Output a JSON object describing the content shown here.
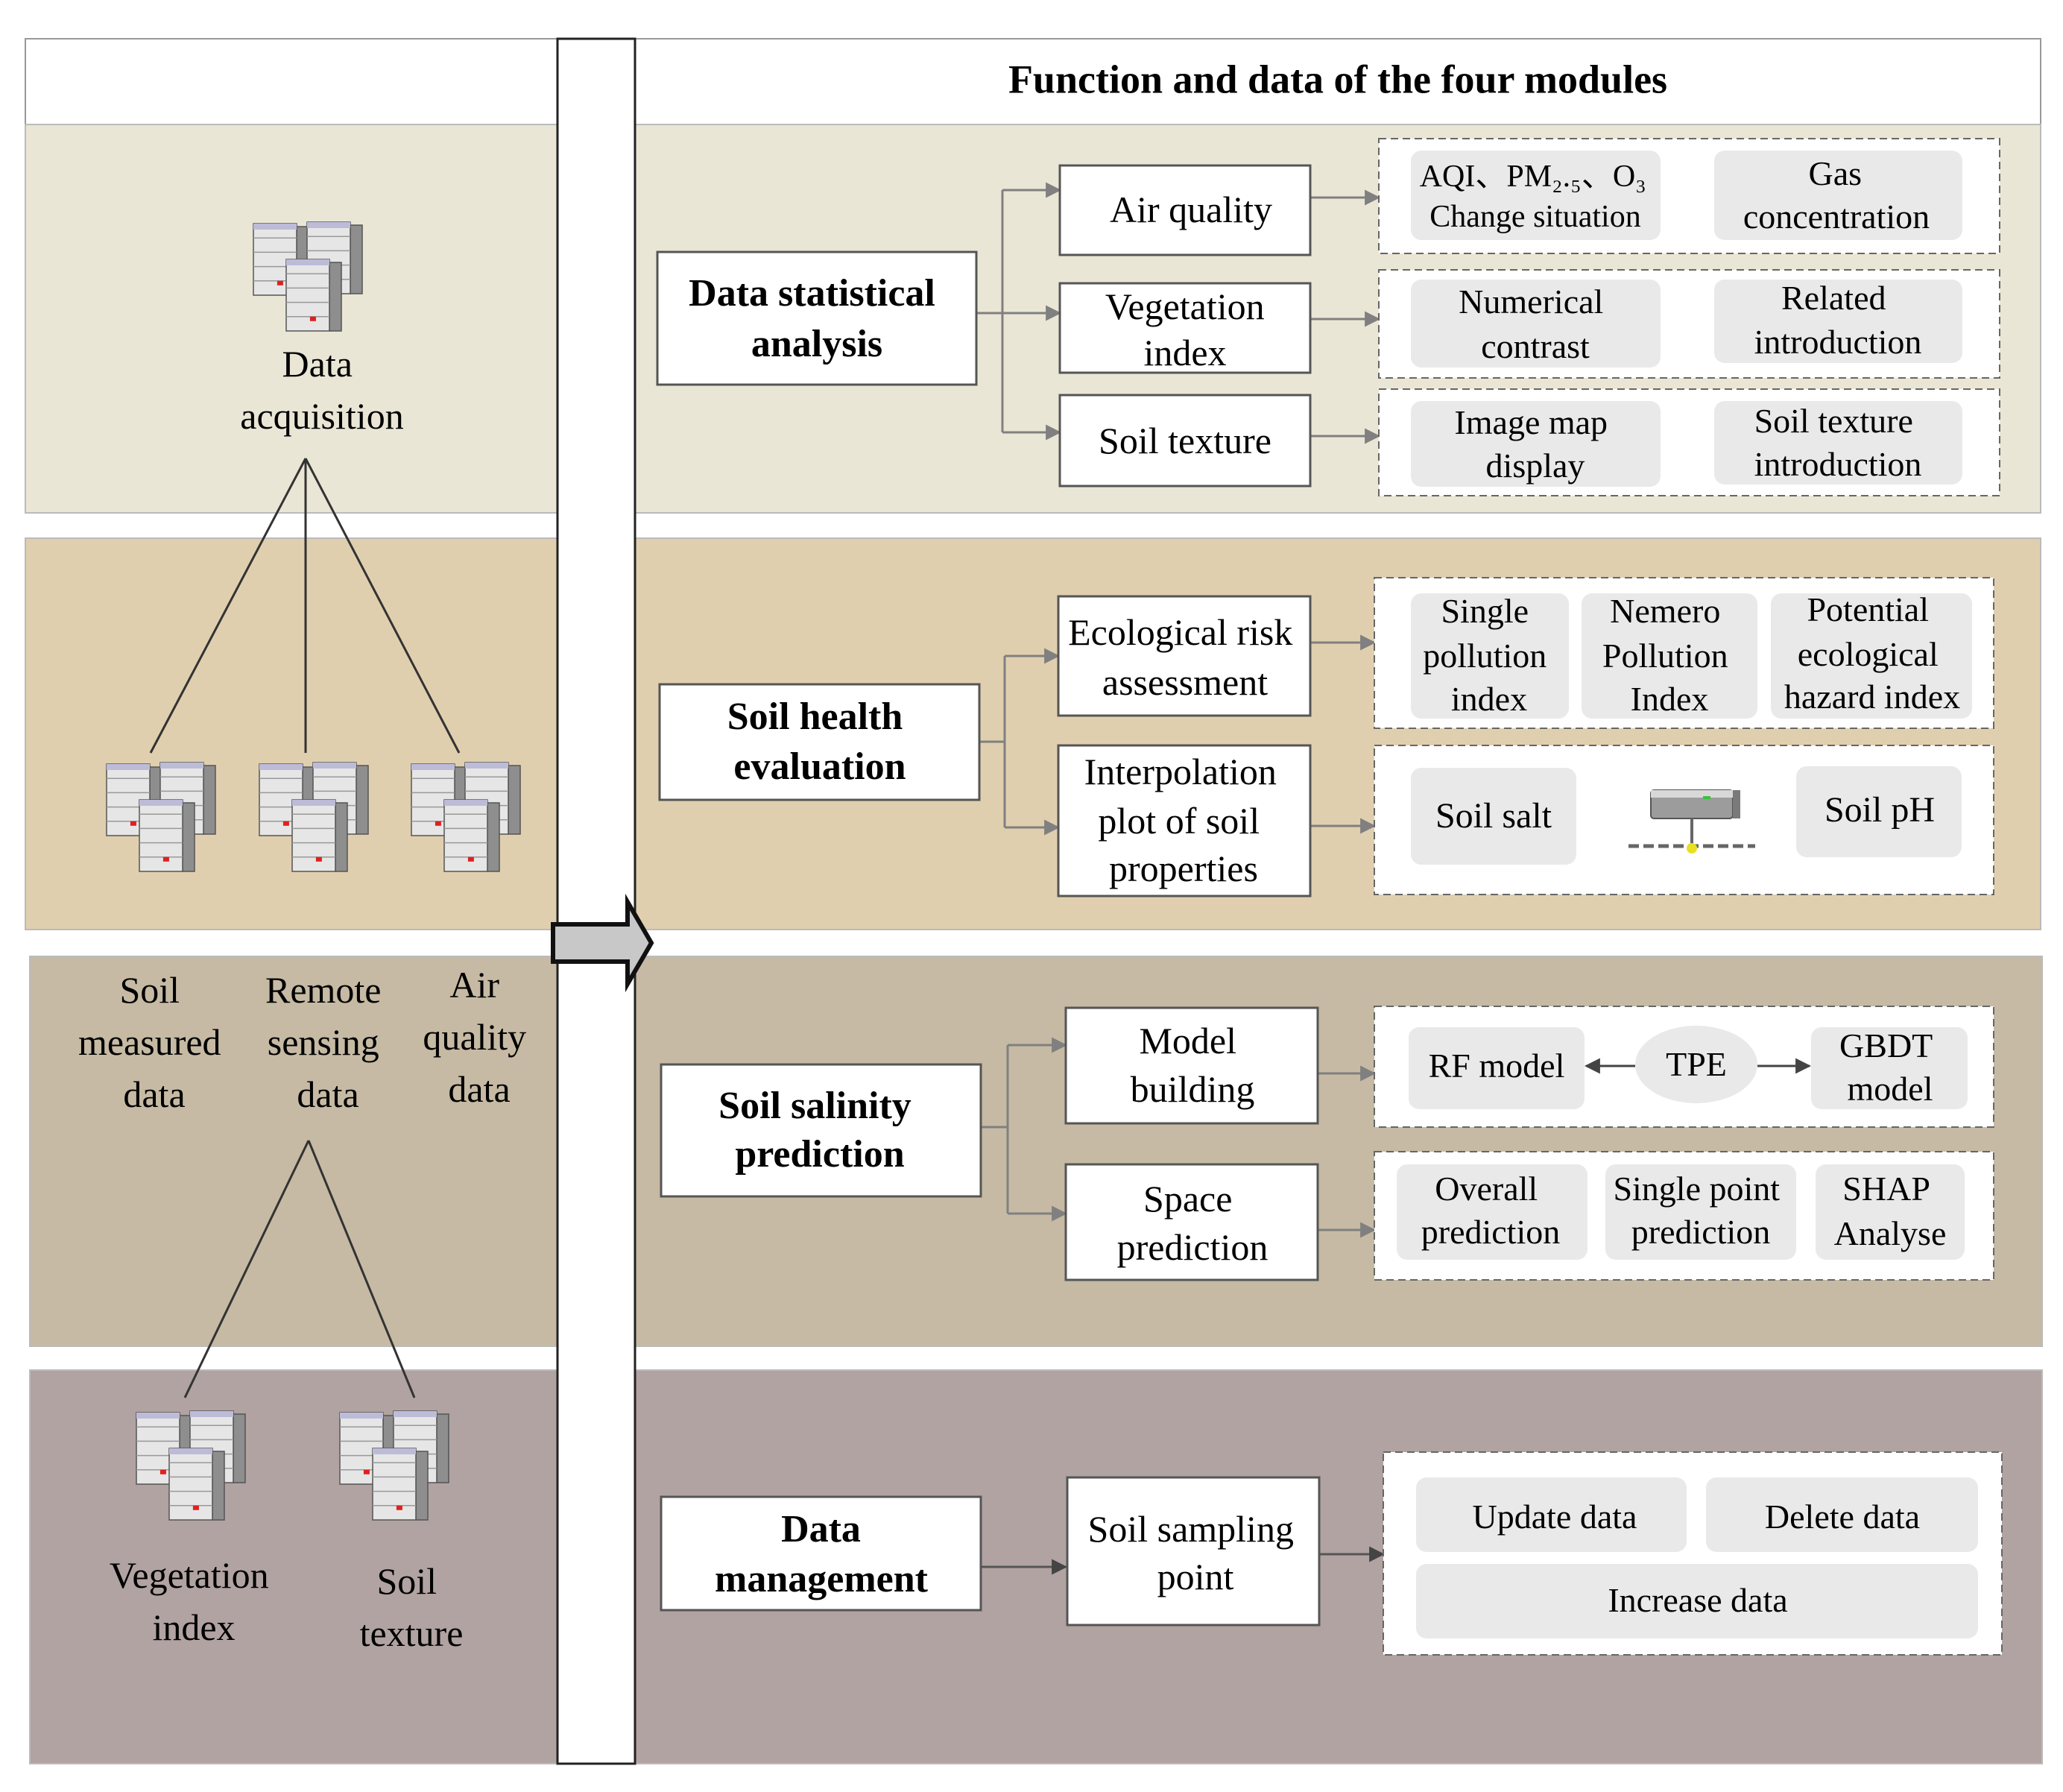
{
  "header": {
    "title": "Function and data of the four modules"
  },
  "left": {
    "root": [
      "Data",
      "acquisition"
    ],
    "sources": [
      [
        "Soil",
        "measured",
        "data"
      ],
      [
        "Remote",
        "sensing",
        "data"
      ],
      [
        "Air",
        "quality",
        "data"
      ]
    ],
    "sub": [
      [
        "Vegetation",
        "index"
      ],
      [
        "Soil",
        "texture"
      ]
    ]
  },
  "modules": [
    {
      "name": [
        "Data statistical",
        "analysis"
      ],
      "functions": [
        {
          "label": [
            "Air quality"
          ],
          "items": [
            [
              "AQI、PM₂.₅、O₃",
              "Change situation"
            ],
            [
              "Gas",
              "concentration"
            ]
          ]
        },
        {
          "label": [
            "Vegetation",
            "index"
          ],
          "items": [
            [
              "Numerical",
              "contrast"
            ],
            [
              "Related",
              "introduction"
            ]
          ]
        },
        {
          "label": [
            "Soil texture"
          ],
          "items": [
            [
              "Image map",
              "display"
            ],
            [
              "Soil texture",
              "introduction"
            ]
          ]
        }
      ]
    },
    {
      "name": [
        "Soil health",
        "evaluation"
      ],
      "functions": [
        {
          "label": [
            "Ecological risk",
            "assessment"
          ],
          "items": [
            [
              "Single",
              "pollution",
              "index"
            ],
            [
              "Nemero",
              "Pollution",
              "Index"
            ],
            [
              "Potential",
              "ecological",
              "hazard index"
            ]
          ]
        },
        {
          "label": [
            "Interpolation",
            "plot of soil",
            "properties"
          ],
          "items": [
            [
              "Soil salt"
            ],
            [
              "Soil pH"
            ]
          ]
        }
      ]
    },
    {
      "name": [
        "Soil salinity",
        "prediction"
      ],
      "functions": [
        {
          "label": [
            "Model",
            "building"
          ],
          "items": [
            [
              "RF model"
            ],
            [
              "TPE"
            ],
            [
              "GBDT",
              "model"
            ]
          ]
        },
        {
          "label": [
            "Space",
            "prediction"
          ],
          "items": [
            [
              "Overall",
              "prediction"
            ],
            [
              "Single point",
              "prediction"
            ],
            [
              "SHAP",
              "Analyse"
            ]
          ]
        }
      ]
    },
    {
      "name": [
        "Data",
        "management"
      ],
      "functions": [
        {
          "label": [
            "Soil sampling",
            "point"
          ],
          "items": [
            [
              "Update data"
            ],
            [
              "Delete data"
            ],
            [
              "Increase data"
            ]
          ]
        }
      ]
    }
  ],
  "colors": {
    "band1": "#eae6d6",
    "band2": "#e0cfae",
    "band3": "#c6baa4",
    "band4": "#b1a3a2",
    "item": "#e9e9e9",
    "line": "#555555",
    "arrow": "#808080"
  }
}
